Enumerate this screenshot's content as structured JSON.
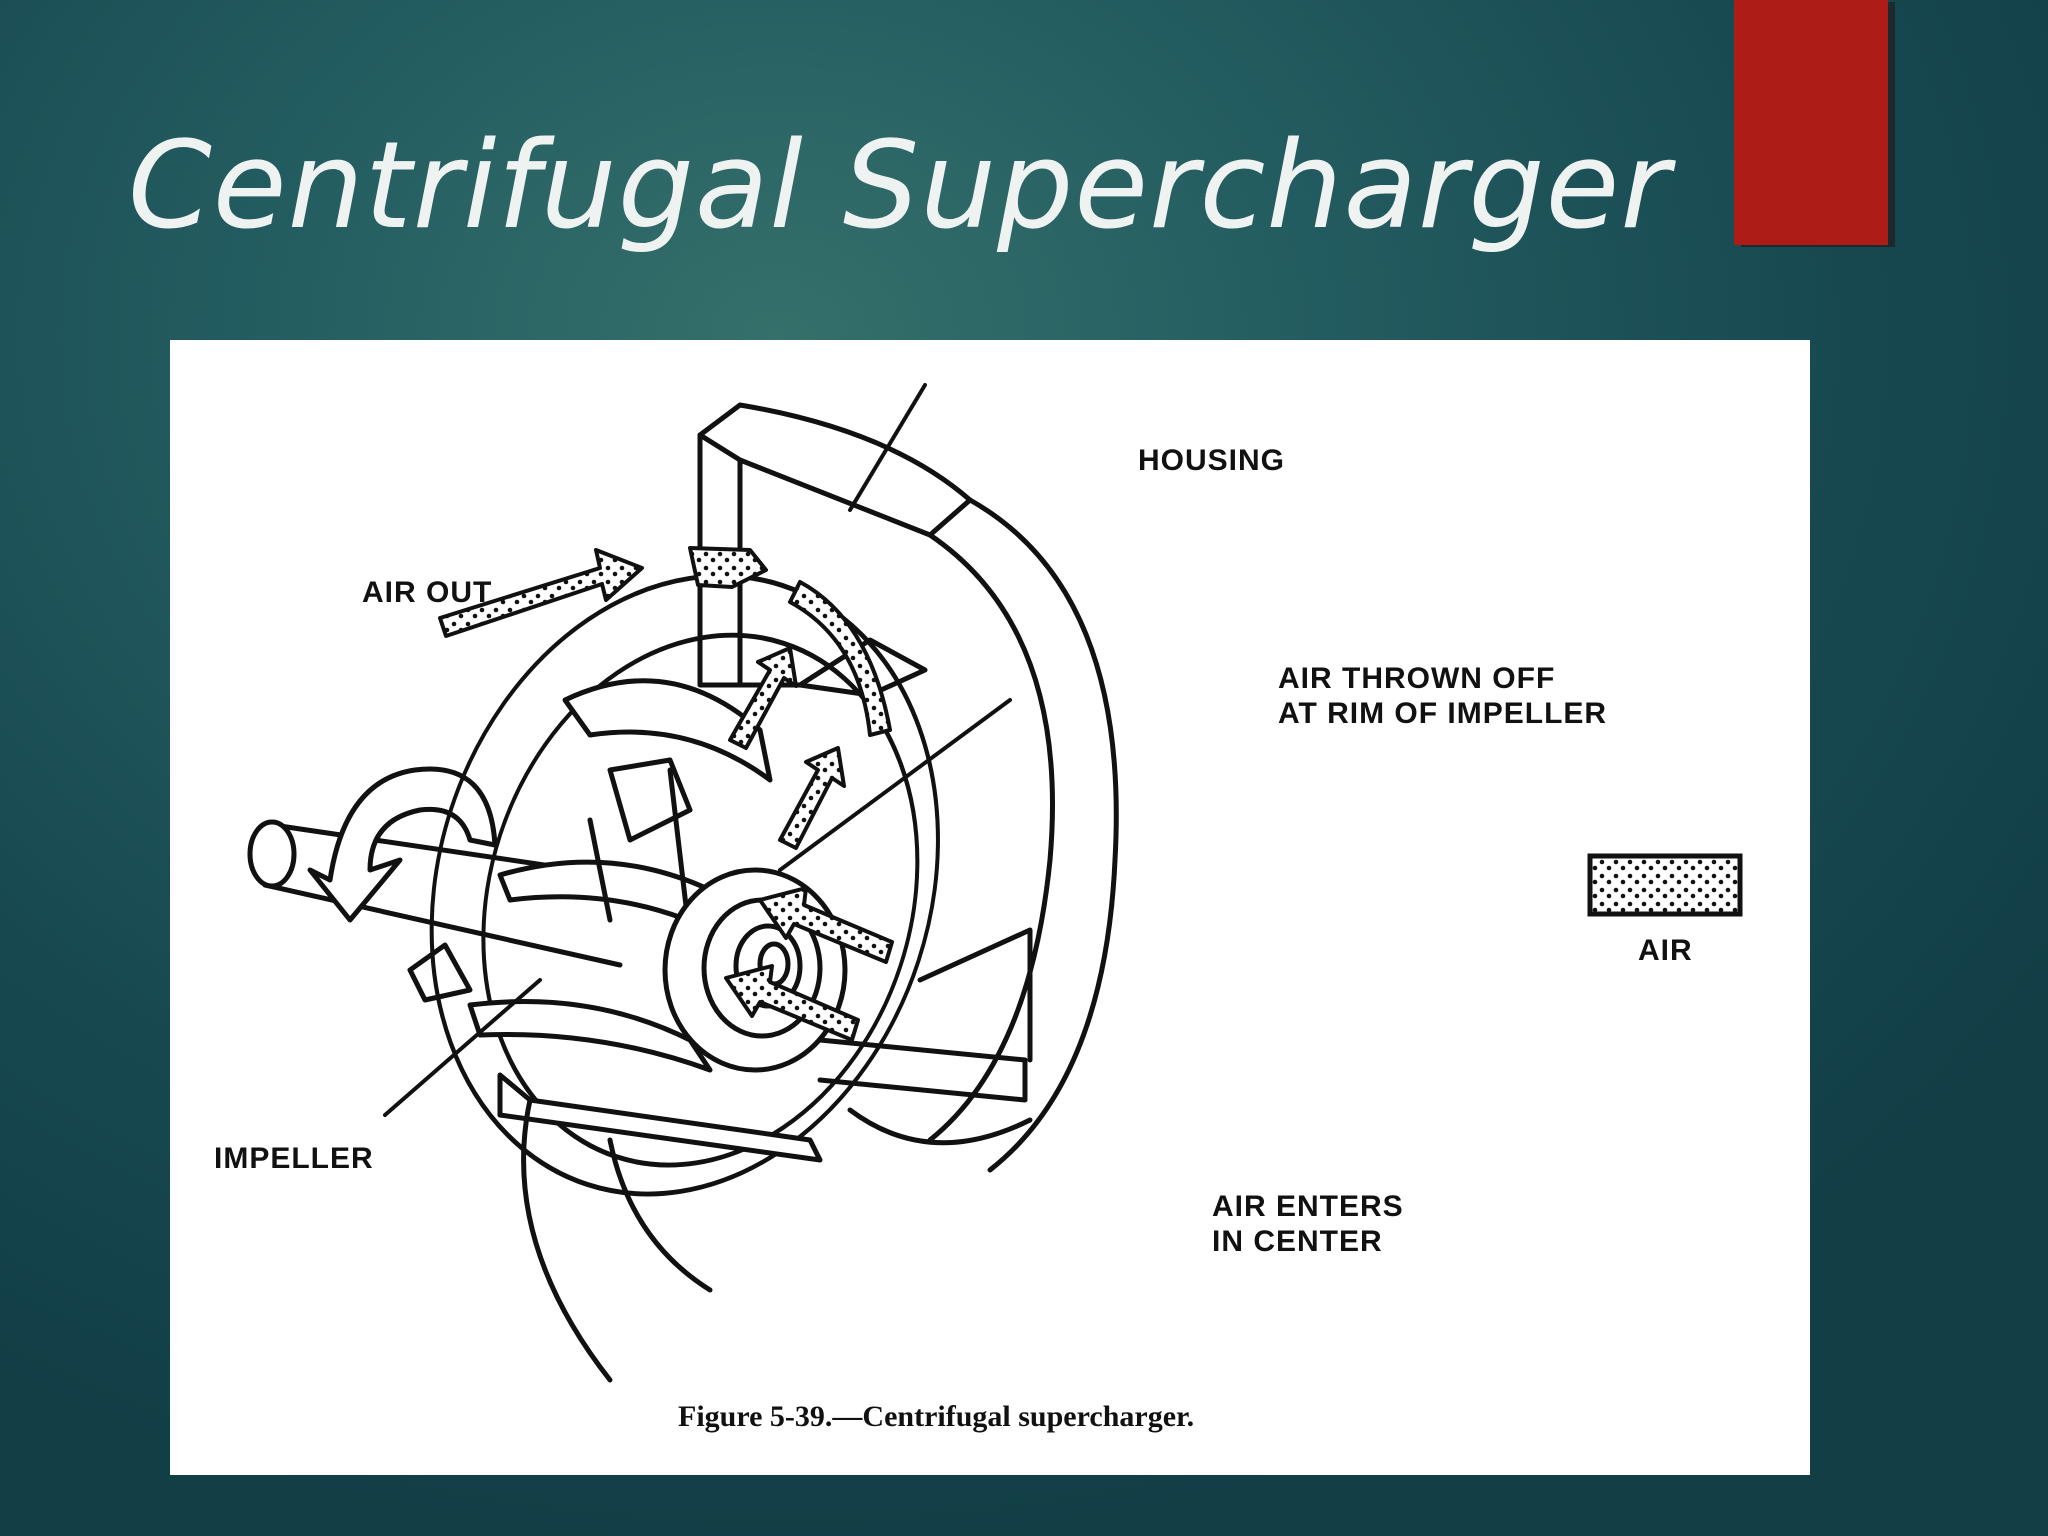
{
  "slide": {
    "title": "Centrifugal Supercharger",
    "accent_color": "#ad1c16"
  },
  "diagram": {
    "labels": {
      "housing": "HOUSING",
      "air_out": "AIR OUT",
      "air_thrown_off": "AIR THROWN OFF\nAT RIM OF IMPELLER",
      "legend_air": "AIR",
      "impeller": "IMPELLER",
      "air_enters": "AIR ENTERS\nIN CENTER"
    },
    "caption": "Figure 5-39.—Centrifugal supercharger."
  }
}
